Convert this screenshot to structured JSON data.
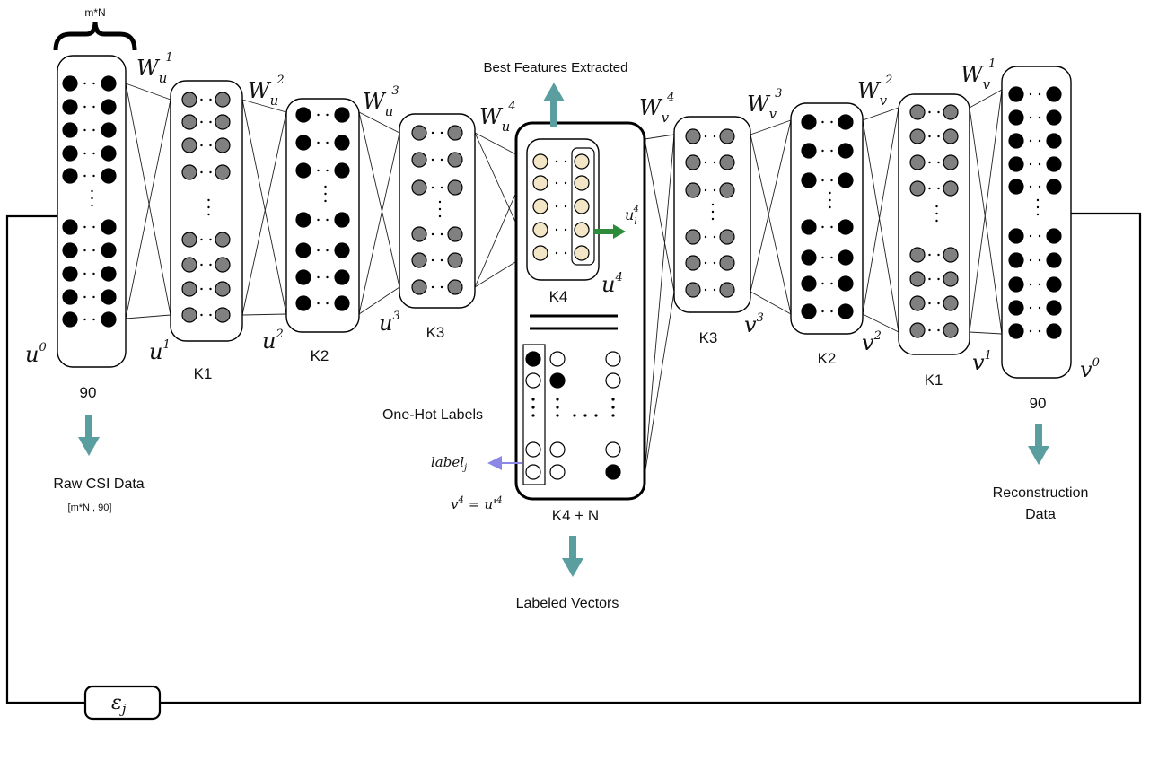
{
  "colors": {
    "black_node": "#000000",
    "gray_node": "#808080",
    "cream_node": "#f3e6c7",
    "white_node": "#ffffff",
    "teal_arrow": "#5b9ea0",
    "green_arrow": "#2e8b3a",
    "purple_arrow": "#8a87e6"
  },
  "top_brace_label": "m*N",
  "best_features_label": "Best Features Extracted",
  "layers": {
    "u0": {
      "size": "90",
      "var_base": "u",
      "var_sup": "0"
    },
    "u1": {
      "size": "K1",
      "var_base": "u",
      "var_sup": "1"
    },
    "u2": {
      "size": "K2",
      "var_base": "u",
      "var_sup": "2"
    },
    "u3": {
      "size": "K3",
      "var_base": "u",
      "var_sup": "3"
    },
    "center": {
      "size": "K4 + N",
      "inner_size": "K4",
      "var_base": "u",
      "var_sup": "4"
    },
    "v3": {
      "size": "K3",
      "var_base": "v",
      "var_sup": "3"
    },
    "v2": {
      "size": "K2",
      "var_base": "v",
      "var_sup": "2"
    },
    "v1": {
      "size": "K1",
      "var_base": "v",
      "var_sup": "1"
    },
    "v0": {
      "size": "90",
      "var_base": "v",
      "var_sup": "0"
    }
  },
  "weights": [
    {
      "base": "W",
      "sub": "u",
      "sup": "1"
    },
    {
      "base": "W",
      "sub": "u",
      "sup": "2"
    },
    {
      "base": "W",
      "sub": "u",
      "sup": "3"
    },
    {
      "base": "W",
      "sub": "u",
      "sup": "4"
    },
    {
      "base": "W",
      "sub": "v",
      "sup": "4"
    },
    {
      "base": "W",
      "sub": "v",
      "sup": "3"
    },
    {
      "base": "W",
      "sub": "v",
      "sup": "2"
    },
    {
      "base": "W",
      "sub": "v",
      "sup": "1"
    }
  ],
  "ul4": {
    "base": "u",
    "sub": "l",
    "sup": "4"
  },
  "one_hot_label": "One-Hot Labels",
  "label_j": {
    "base": "label",
    "sub": "j"
  },
  "v4_eq": {
    "lhs_base": "v",
    "lhs_sup": "4",
    "eq": "=",
    "rhs_base": "u'",
    "rhs_sup": "4"
  },
  "raw_csi_title": "Raw CSI Data",
  "raw_csi_shape": "[m*N , 90]",
  "labeled_vectors": "Labeled Vectors",
  "reconstruction_line1": "Reconstruction",
  "reconstruction_line2": "Data",
  "epsilon": {
    "base": "ε",
    "sub": "j"
  }
}
